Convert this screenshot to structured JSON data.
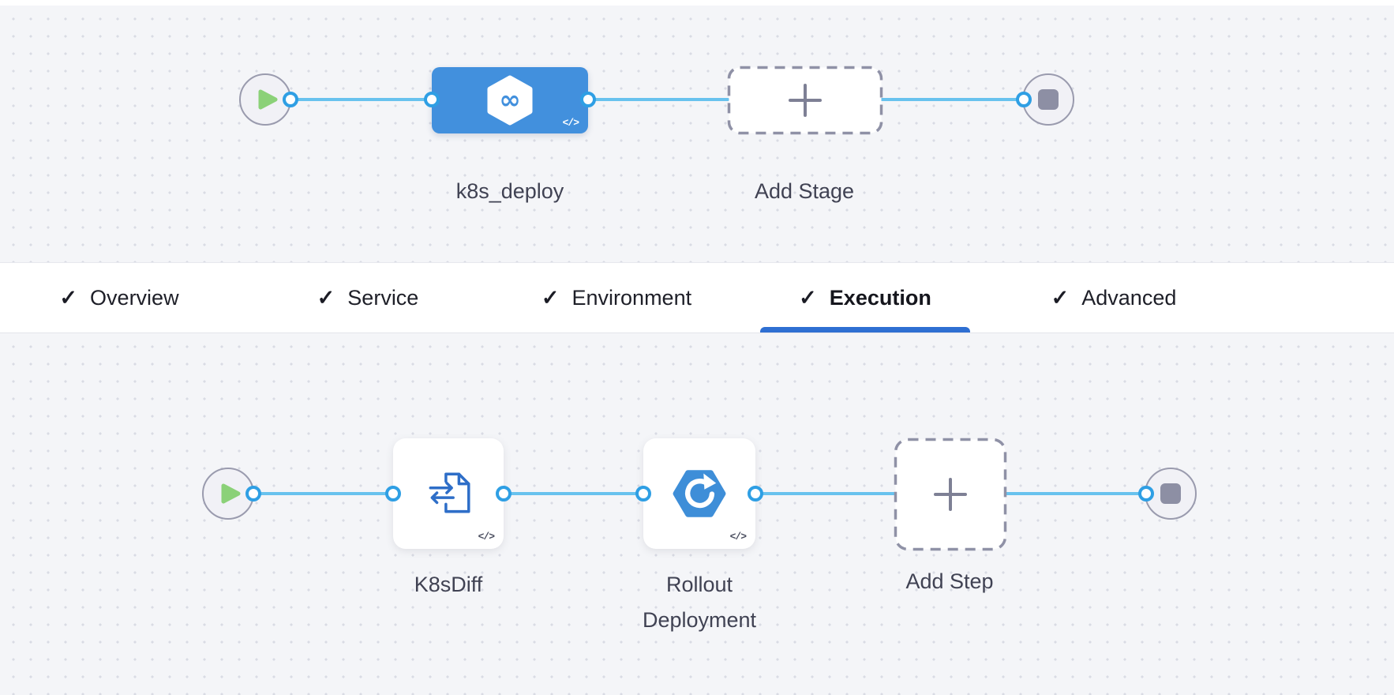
{
  "icons": {
    "check": "✓",
    "infinity": "∞",
    "code": "</>",
    "play": "play-triangle",
    "stop": "stop-square",
    "plus": "plus-cross"
  },
  "stage_flow": {
    "stage_name": "k8s_deploy",
    "add_stage": "Add Stage"
  },
  "tabs": [
    {
      "label": "Overview",
      "checked": true,
      "active": false
    },
    {
      "label": "Service",
      "checked": true,
      "active": false
    },
    {
      "label": "Environment",
      "checked": true,
      "active": false
    },
    {
      "label": "Execution",
      "checked": true,
      "active": true
    },
    {
      "label": "Advanced",
      "checked": true,
      "active": false
    }
  ],
  "execution_flow": {
    "steps": [
      "K8sDiff",
      "Rollout Deployment"
    ],
    "add_step": "Add Step"
  },
  "colors": {
    "stage_blue": "#4290dd",
    "connector_blue": "#68c2ee",
    "port_ring_blue": "#2f9fe4",
    "active_tab_underline": "#2e6fd2",
    "play_green": "#8bd178",
    "stop_gray": "#8d8fa4",
    "dashed_border": "#8f91a6",
    "canvas_bg": "#f4f5f8"
  }
}
